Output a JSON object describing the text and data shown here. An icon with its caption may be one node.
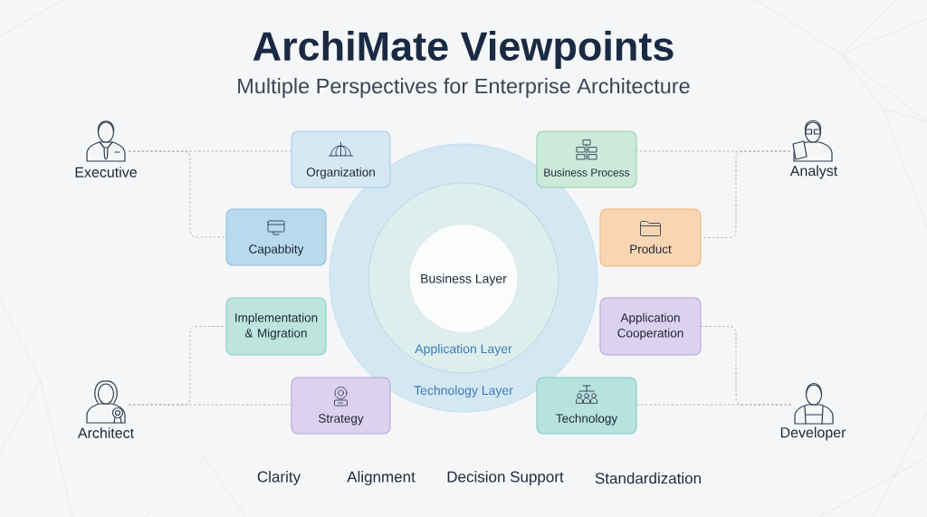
{
  "diagram": {
    "title": "ArchiMate Viewpoints",
    "nodes": [
      {
        "text": [],
        "shape": "person",
        "beside": [
          "Executive"
        ]
      },
      {
        "text": [
          "Organization"
        ]
      },
      {
        "text": [
          "Business Process"
        ]
      },
      {
        "text": [],
        "shape": "person",
        "beside": [
          "Analyst"
        ]
      },
      {
        "text": [
          "Capabbity"
        ]
      },
      {
        "text": [
          "Product"
        ]
      },
      {
        "text": [
          "Technology Layer"
        ]
      },
      {
        "text": [
          "Application Layer"
        ],
        "in": 6
      },
      {
        "text": [
          "Business Layer"
        ],
        "in": 7
      },
      {
        "text": [
          "Implementation & Migration"
        ]
      },
      {
        "text": [
          "Application Cooperation"
        ]
      },
      {
        "text": [],
        "shape": "person",
        "beside": [
          "Architect"
        ]
      },
      {
        "text": [
          "Strategy"
        ]
      },
      {
        "text": [
          "Technology"
        ]
      },
      {
        "text": [],
        "shape": "person",
        "beside": [
          "Developer"
        ]
      }
    ],
    "edges": [
      {
        "from": 0,
        "to": 1,
        "arrow": "none",
        "style": "dashed"
      },
      {
        "from": 0,
        "to": 4,
        "arrow": "none",
        "style": "dashed"
      },
      {
        "from": 3,
        "to": 2,
        "arrow": "none",
        "style": "dashed"
      },
      {
        "from": 3,
        "to": 5,
        "arrow": "none",
        "style": "dashed"
      },
      {
        "from": 11,
        "to": 9,
        "arrow": "none",
        "style": "dashed"
      },
      {
        "from": 11,
        "to": 12,
        "arrow": "none",
        "style": "dashed"
      },
      {
        "from": 14,
        "to": 10,
        "arrow": "none",
        "style": "dashed"
      },
      {
        "from": 14,
        "to": 13,
        "arrow": "none",
        "style": "dashed"
      }
    ],
    "labels": [
      "Multiple Perspectives for Enterprise Architecture",
      "Clarity",
      "Alignment",
      "Decision Support",
      "Standardization"
    ]
  }
}
